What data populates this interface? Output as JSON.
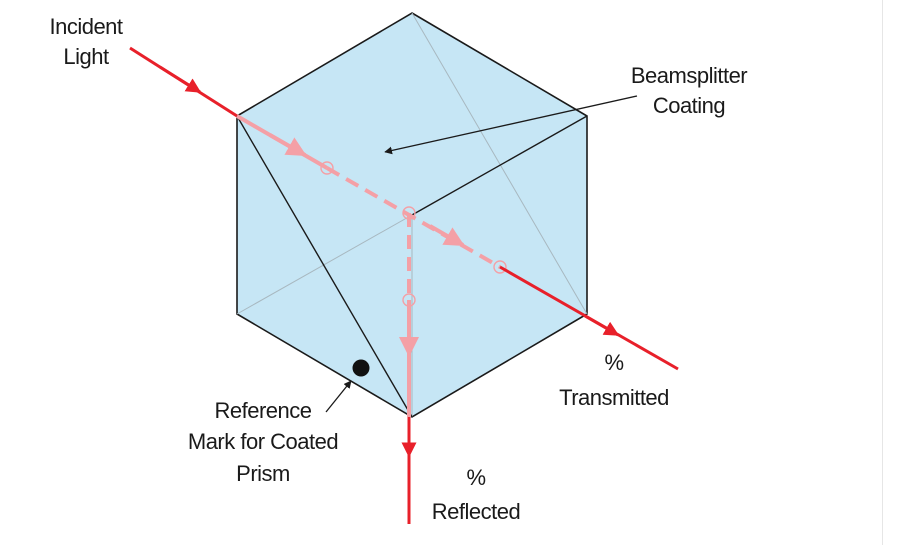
{
  "labels": {
    "incident_line1": "Incident",
    "incident_line2": "Light",
    "coating_line1": "Beamsplitter",
    "coating_line2": "Coating",
    "transmitted_line1": "%",
    "transmitted_line2": "Transmitted",
    "reflected_line1": "%",
    "reflected_line2": "Reflected",
    "reference_line1": "Reference",
    "reference_line2": "Mark for Coated",
    "reference_line3": "Prism"
  },
  "colors": {
    "cube_fill": "#c6e6f5",
    "cube_edge": "#1a1a1a",
    "hidden_edge": "#a8b8c0",
    "beam_outside": "#e8202a",
    "beam_inside": "#f4a0a6",
    "text": "#1a1a1a"
  }
}
